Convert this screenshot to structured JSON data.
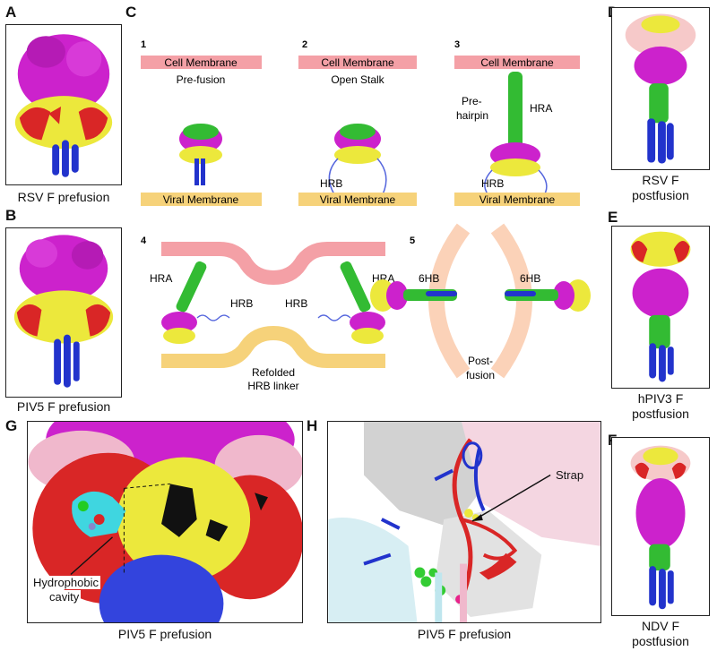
{
  "panels": {
    "A": {
      "label": "A",
      "caption": "RSV F prefusion"
    },
    "B": {
      "label": "B",
      "caption": "PIV5 F prefusion"
    },
    "C": {
      "label": "C",
      "steps": [
        "1",
        "2",
        "3",
        "4",
        "5"
      ],
      "cell_membrane": "Cell Membrane",
      "viral_membrane": "Viral Membrane",
      "state1": "Pre-fusion",
      "state2": "Open Stalk",
      "pre": "Pre-",
      "hairpin": "hairpin",
      "hra": "HRA",
      "hrb": "HRB",
      "refolded": "Refolded",
      "hrb_linker": "HRB linker",
      "sixhb": "6HB",
      "post": "Post-",
      "fusion": "fusion"
    },
    "D": {
      "label": "D",
      "caption_line1": "RSV F",
      "caption_line2": "postfusion"
    },
    "E": {
      "label": "E",
      "caption_line1": "hPIV3 F",
      "caption_line2": "postfusion"
    },
    "F": {
      "label": "F",
      "caption_line1": "NDV F",
      "caption_line2": "postfusion"
    },
    "G": {
      "label": "G",
      "caption": "PIV5 F prefusion",
      "annot_line1": "Hydrophobic",
      "annot_line2": "cavity"
    },
    "H": {
      "label": "H",
      "caption": "PIV5 F prefusion",
      "annot": "Strap"
    }
  },
  "colors": {
    "magenta": "#cc22cc",
    "yellow": "#ece83c",
    "red": "#d92626",
    "blue": "#2233cc",
    "green": "#33bb33",
    "pink_membrane": "#f4a0a6",
    "yellow_membrane": "#f6d27a",
    "peach": "#fbd2b8",
    "cyan": "#3fd6e0",
    "gray": "#9a9a9a",
    "lightpink": "#f0b8cc",
    "lightcyan": "#bfe6ee"
  }
}
